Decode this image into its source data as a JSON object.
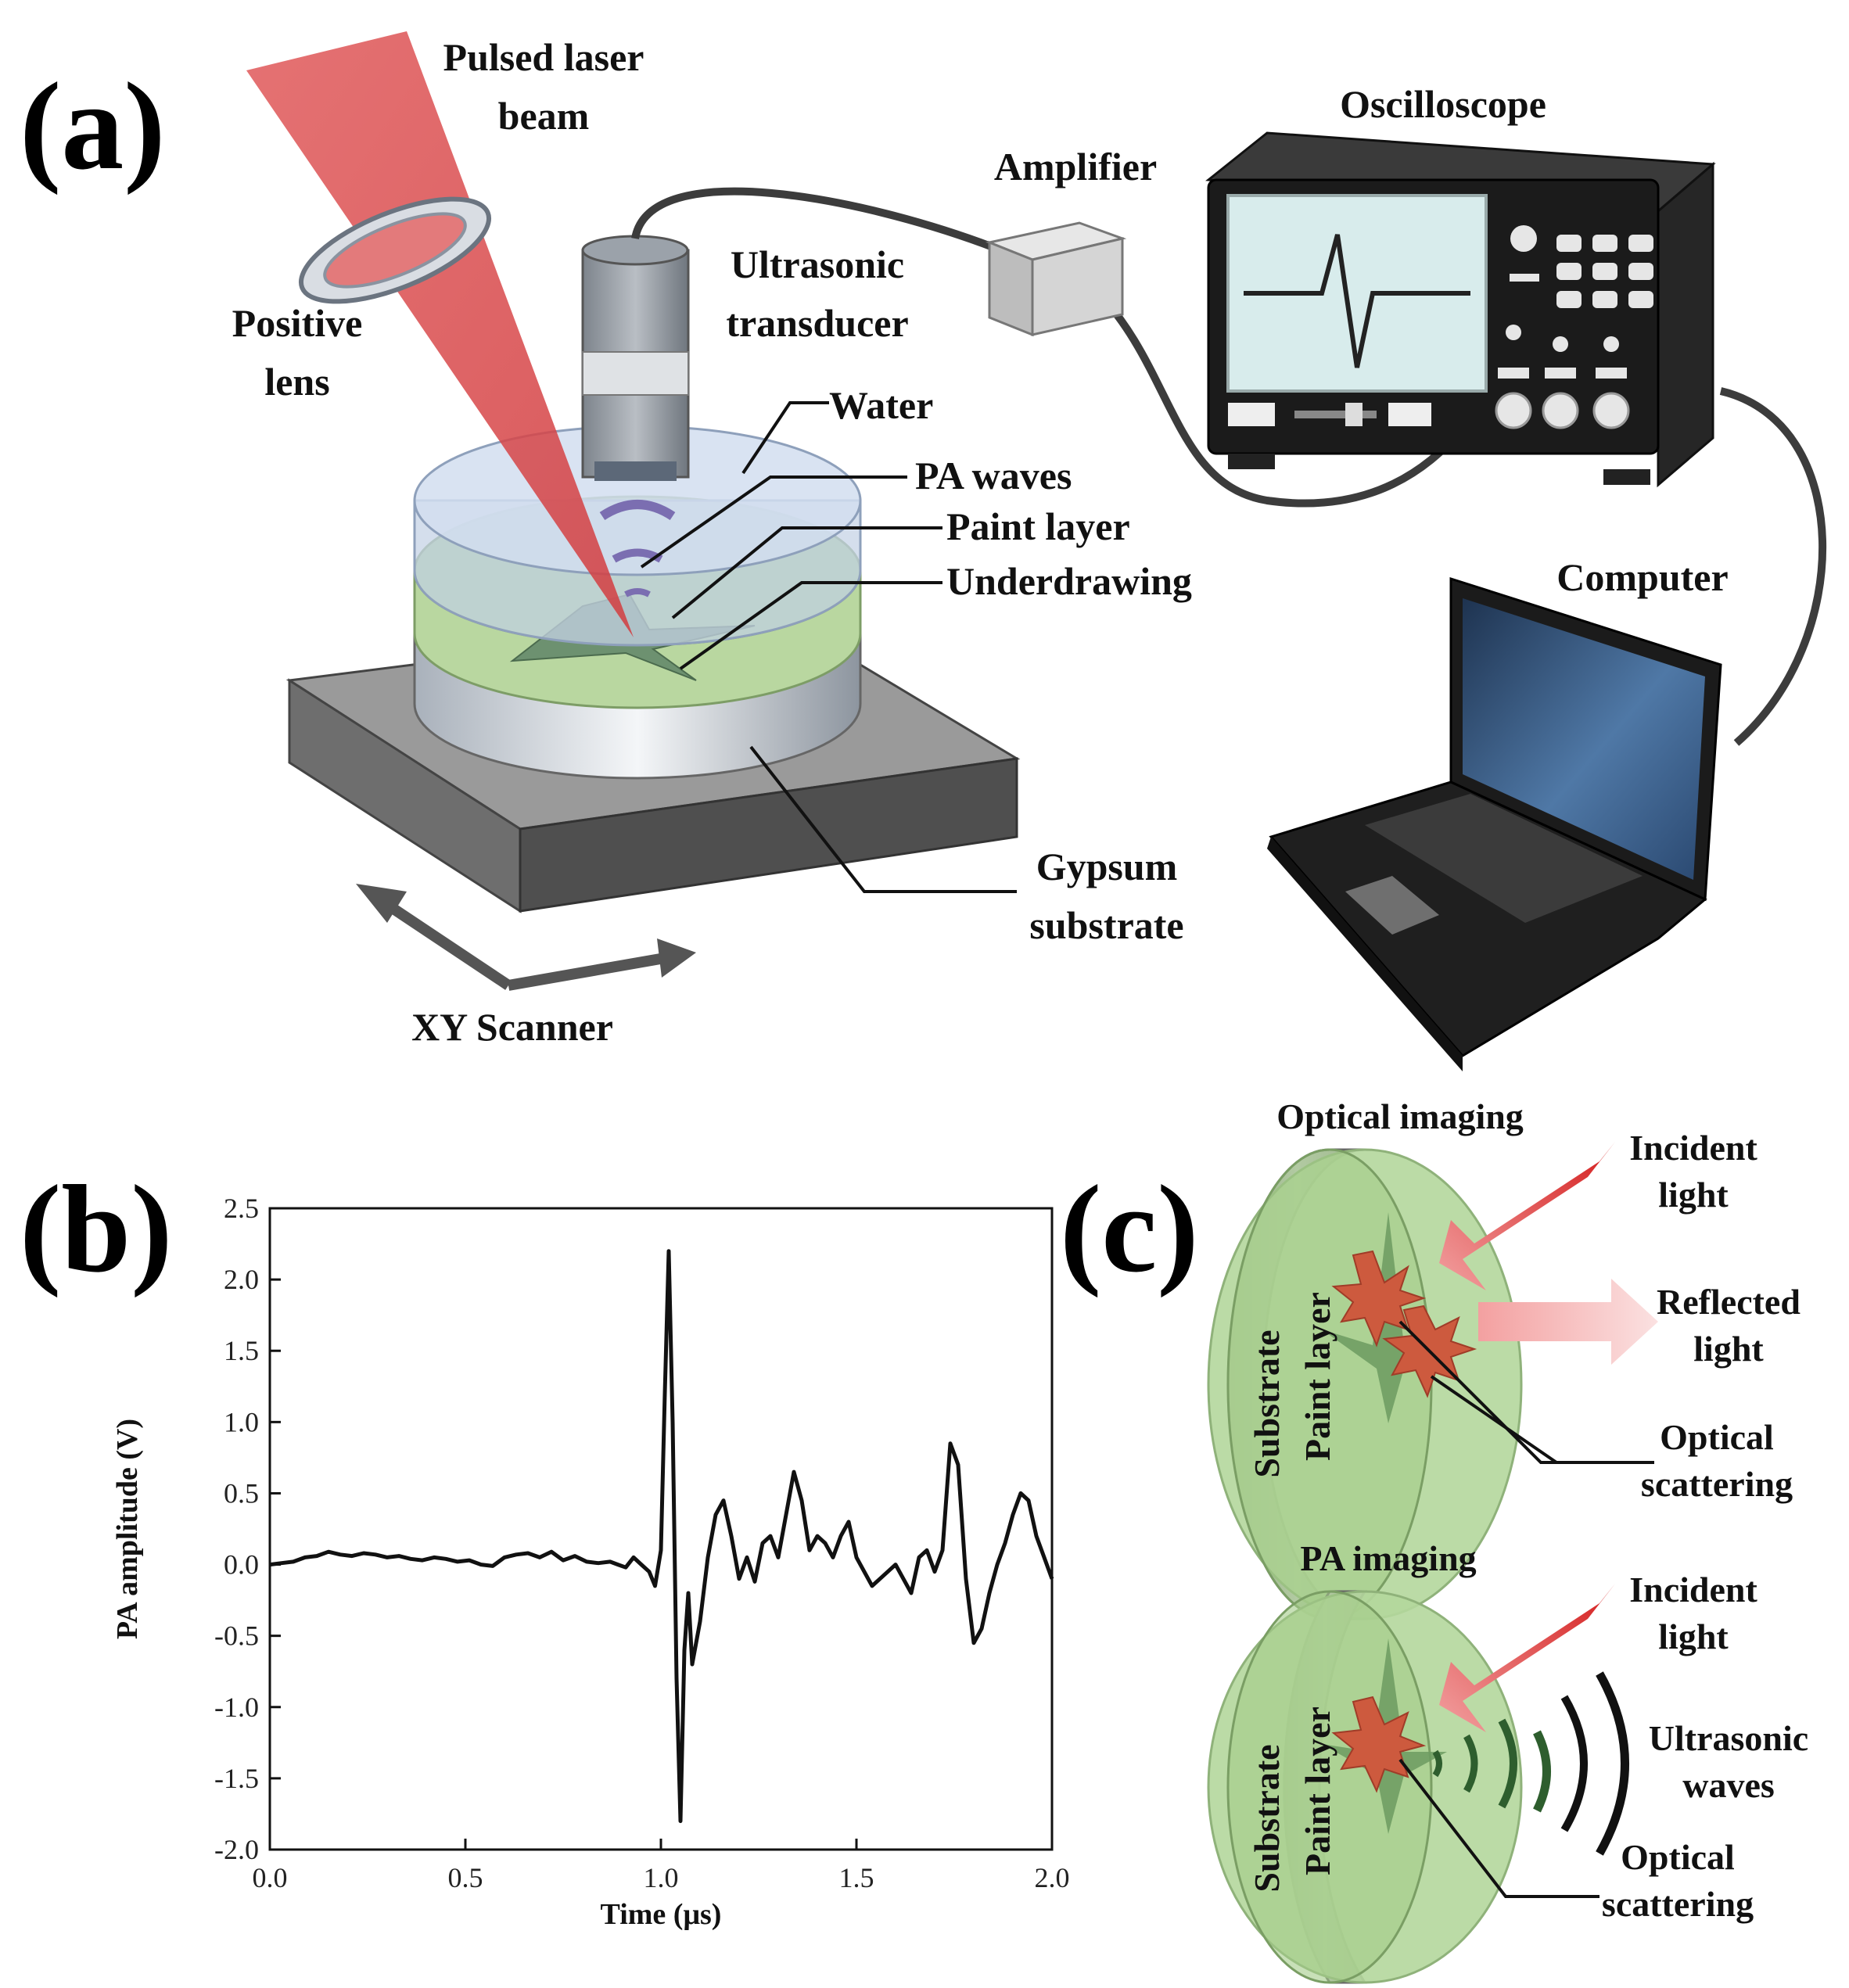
{
  "panels": {
    "a": "(a)",
    "b": "(b)",
    "c": "(c)"
  },
  "panel_a": {
    "laser_line1": "Pulsed laser",
    "laser_line2": "beam",
    "lens_line1": "Positive",
    "lens_line2": "lens",
    "transducer_line1": "Ultrasonic",
    "transducer_line2": "transducer",
    "water": "Water",
    "pa_waves": "PA waves",
    "paint_layer": "Paint layer",
    "underdrawing": "Underdrawing",
    "gypsum_line1": "Gypsum",
    "gypsum_line2": "substrate",
    "xy_scanner": "XY Scanner",
    "amplifier": "Amplifier",
    "oscilloscope": "Oscilloscope",
    "computer": "Computer"
  },
  "panel_c": {
    "optical_title": "Optical imaging",
    "pa_title": "PA imaging",
    "substrate": "Substrate",
    "paint_layer": "Paint layer",
    "incident_line1": "Incident",
    "incident_line2": "light",
    "reflected_line1": "Reflected",
    "reflected_line2": "light",
    "optical_line1": "Optical",
    "optical_line2": "scattering",
    "ultrasonic_line1": "Ultrasonic",
    "ultrasonic_line2": "waves"
  },
  "chart_data": {
    "type": "line",
    "xlabel": "Time (μs)",
    "ylabel": "PA amplitude (V)",
    "xlim": [
      0.0,
      2.0
    ],
    "ylim": [
      -2.0,
      2.5
    ],
    "xticks": [
      "0.0",
      "0.5",
      "1.0",
      "1.5",
      "2.0"
    ],
    "yticks": [
      "-2.0",
      "-1.5",
      "-1.0",
      "-0.5",
      "0.0",
      "0.5",
      "1.0",
      "1.5",
      "2.0",
      "2.5"
    ],
    "series": [
      {
        "x": [
          0.0,
          0.03,
          0.06,
          0.09,
          0.12,
          0.15,
          0.18,
          0.21,
          0.24,
          0.27,
          0.3,
          0.33,
          0.36,
          0.39,
          0.42,
          0.45,
          0.48,
          0.51,
          0.54,
          0.57,
          0.6,
          0.63,
          0.66,
          0.69,
          0.72,
          0.75,
          0.78,
          0.81,
          0.84,
          0.87,
          0.89,
          0.91,
          0.93,
          0.95,
          0.97,
          0.985,
          1.0,
          1.01,
          1.02,
          1.03,
          1.04,
          1.05,
          1.06,
          1.07,
          1.08,
          1.1,
          1.12,
          1.14,
          1.16,
          1.18,
          1.2,
          1.22,
          1.24,
          1.26,
          1.28,
          1.3,
          1.32,
          1.34,
          1.36,
          1.38,
          1.4,
          1.42,
          1.44,
          1.46,
          1.48,
          1.5,
          1.52,
          1.54,
          1.56,
          1.58,
          1.6,
          1.62,
          1.64,
          1.66,
          1.68,
          1.7,
          1.72,
          1.74,
          1.76,
          1.78,
          1.8,
          1.82,
          1.84,
          1.86,
          1.88,
          1.9,
          1.92,
          1.94,
          1.96,
          1.98,
          2.0
        ],
        "y": [
          0.0,
          0.01,
          0.02,
          0.05,
          0.06,
          0.09,
          0.07,
          0.06,
          0.08,
          0.07,
          0.05,
          0.06,
          0.04,
          0.03,
          0.05,
          0.04,
          0.02,
          0.03,
          0.0,
          -0.01,
          0.05,
          0.07,
          0.08,
          0.05,
          0.09,
          0.03,
          0.06,
          0.02,
          0.01,
          0.02,
          0.0,
          -0.02,
          0.05,
          0.0,
          -0.05,
          -0.15,
          0.1,
          1.2,
          2.2,
          1.0,
          -0.8,
          -1.8,
          -0.6,
          -0.2,
          -0.7,
          -0.4,
          0.05,
          0.35,
          0.45,
          0.2,
          -0.1,
          0.05,
          -0.12,
          0.15,
          0.2,
          0.05,
          0.35,
          0.65,
          0.45,
          0.1,
          0.2,
          0.15,
          0.05,
          0.2,
          0.3,
          0.05,
          -0.05,
          -0.15,
          -0.1,
          -0.05,
          0.0,
          -0.1,
          -0.2,
          0.05,
          0.1,
          -0.05,
          0.1,
          0.85,
          0.7,
          -0.1,
          -0.55,
          -0.45,
          -0.2,
          0.0,
          0.15,
          0.35,
          0.5,
          0.45,
          0.2,
          0.05,
          -0.1
        ]
      }
    ]
  }
}
